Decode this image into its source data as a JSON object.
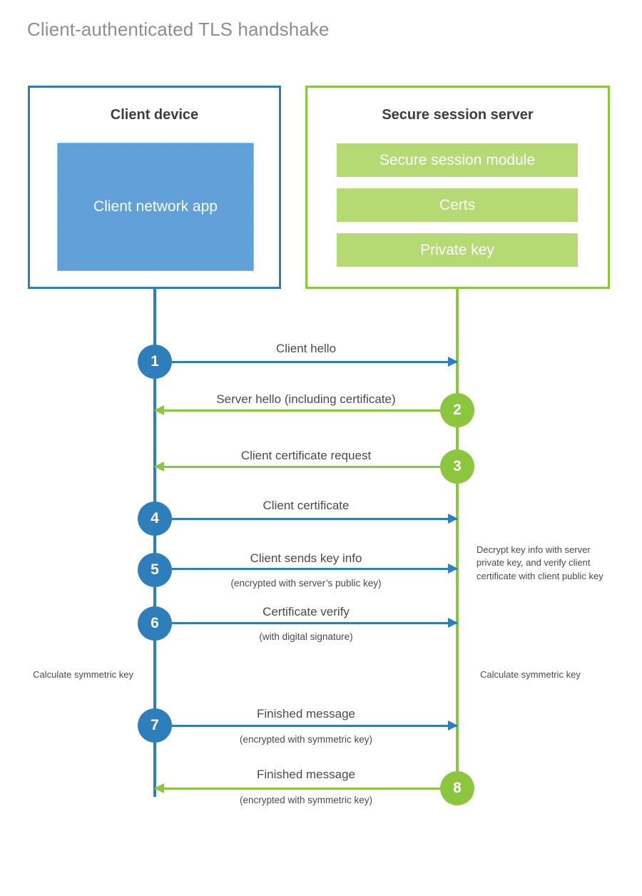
{
  "title": "Client-authenticated TLS handshake",
  "colors": {
    "client_blue": "#2e7ebb",
    "client_app_fill": "#61a0d8",
    "server_green": "#8cc63e",
    "server_bar_fill": "#b5d973",
    "title_gray": "#8e8e8e",
    "text_gray": "#4a4a4a"
  },
  "client": {
    "title": "Client device",
    "app_label": "Client network app"
  },
  "server": {
    "title": "Secure session server",
    "components": [
      {
        "label": "Secure session module"
      },
      {
        "label": "Certs"
      },
      {
        "label": "Private key"
      }
    ]
  },
  "steps": [
    {
      "number": "1",
      "label": "Client hello",
      "sublabel": "",
      "direction": "client-to-server",
      "origin": "client"
    },
    {
      "number": "2",
      "label": "Server hello (including certificate)",
      "sublabel": "",
      "direction": "server-to-client",
      "origin": "server"
    },
    {
      "number": "3",
      "label": "Client certificate request",
      "sublabel": "",
      "direction": "server-to-client",
      "origin": "server"
    },
    {
      "number": "4",
      "label": "Client certificate",
      "sublabel": "",
      "direction": "client-to-server",
      "origin": "client"
    },
    {
      "number": "5",
      "label": "Client sends key info",
      "sublabel": "(encrypted with server’s public key)",
      "direction": "client-to-server",
      "origin": "client"
    },
    {
      "number": "6",
      "label": "Certificate verify",
      "sublabel": "(with digital signature)",
      "direction": "client-to-server",
      "origin": "client"
    },
    {
      "number": "7",
      "label": "Finished message",
      "sublabel": "(encrypted with symmetric key)",
      "direction": "client-to-server",
      "origin": "client"
    },
    {
      "number": "8",
      "label": "Finished message",
      "sublabel": "(encrypted with symmetric key)",
      "direction": "server-to-client",
      "origin": "server"
    }
  ],
  "annotations": {
    "server_decrypt": "Decrypt key info with server private key, and verify client certificate with client public key",
    "client_symmetric_key": "Calculate symmetric key",
    "server_symmetric_key": "Calculate symmetric key"
  }
}
